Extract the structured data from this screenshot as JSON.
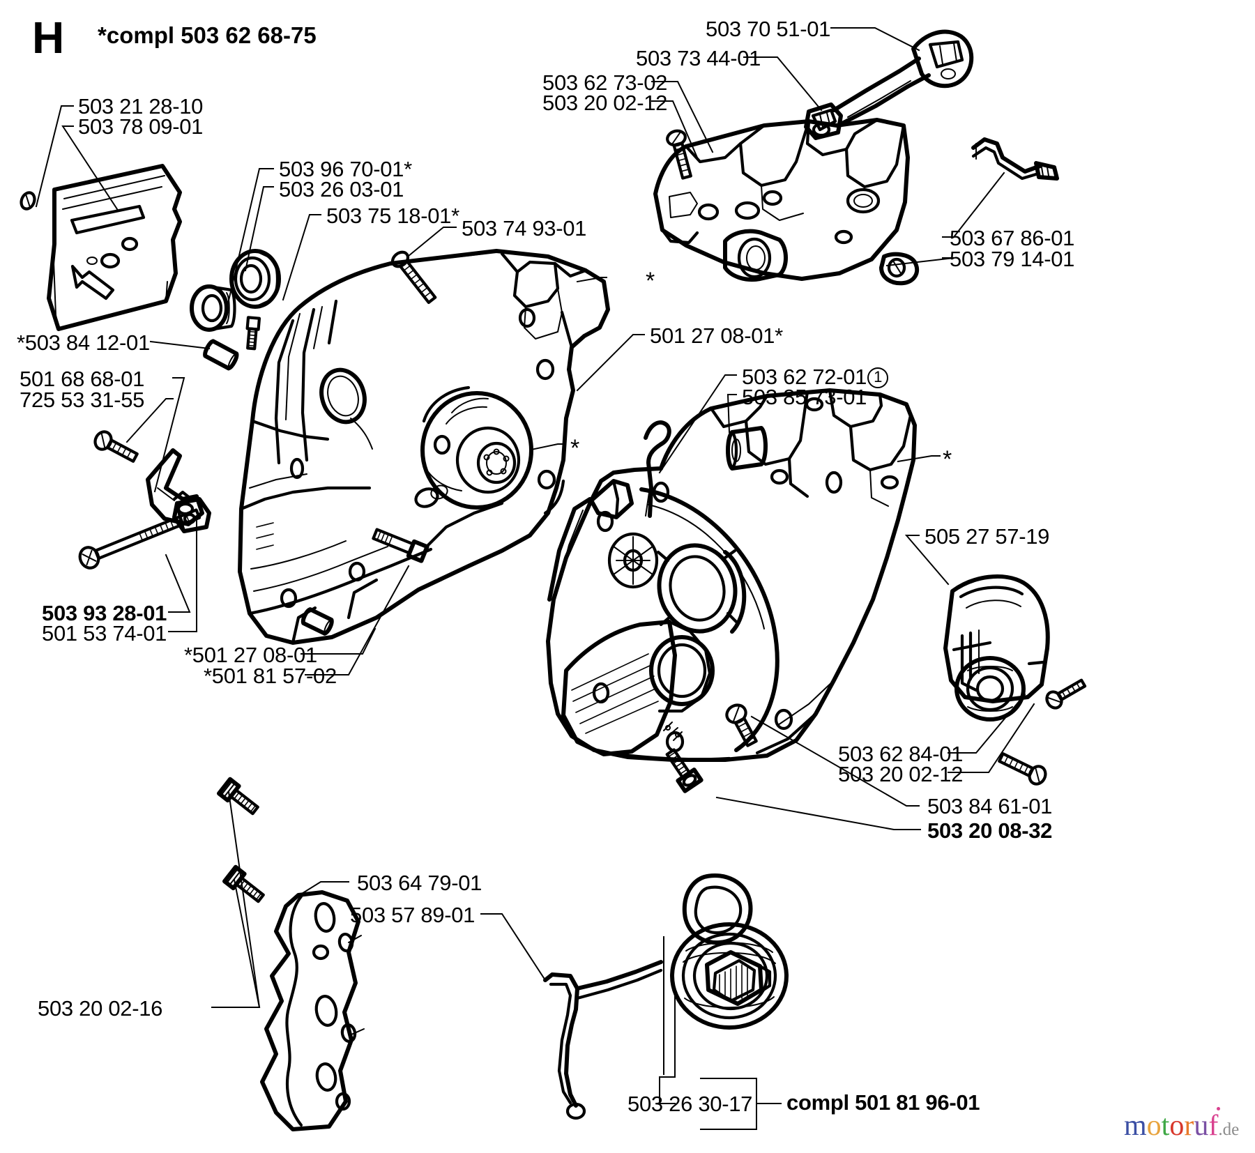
{
  "page": {
    "section_letter": "H",
    "compl_header": "*compl 503 62 68-75",
    "watermark": {
      "text": "motoruf",
      "tld": ".de",
      "letters": [
        "m",
        "o",
        "t",
        "o",
        "r",
        "u",
        "f"
      ],
      "colors": [
        "#3b4fa4",
        "#e8a33d",
        "#3fa845",
        "#d8382c",
        "#e87a2a",
        "#7a4fa4",
        "#d9418f"
      ],
      "tld_color": "#8c8c8c"
    }
  },
  "labels": {
    "l_503_21_28_10": "503 21 28-10",
    "l_503_78_09_01": "503 78 09-01",
    "l_503_96_70_01": "503 96 70-01*",
    "l_503_26_03_01": "503 26 03-01",
    "l_503_75_18_01": "503 75 18-01*",
    "l_503_74_93_01": "503 74 93-01",
    "l_503_70_51_01": "503 70 51-01",
    "l_503_73_44_01": "503 73 44-01",
    "l_503_62_73_02": "503 62 73-02",
    "l_503_20_02_12_top": "503 20 02-12",
    "l_503_67_86_01": "503 67 86-01",
    "l_503_79_14_01": "503 79 14-01",
    "l_503_84_12_01": "*503 84 12-01",
    "l_501_68_68_01": "501 68 68-01",
    "l_725_53_31_55": "725 53 31-55",
    "l_503_93_28_01": "503 93 28-01",
    "l_501_53_74_01": "501 53 74-01",
    "l_501_27_08_01_left": "*501 27 08-01",
    "l_501_81_57_02": "*501 81 57-02",
    "l_501_27_08_01_right": "501 27 08-01*",
    "l_503_62_72_01": "503 62 72-01",
    "l_503_62_72_01_note": "1",
    "l_503_85_73_01": "503 85 73-01",
    "l_505_27_57_19": "505 27 57-19",
    "l_503_62_84_01": "503 62 84-01",
    "l_503_20_02_12_right": "503 20 02-12",
    "l_503_84_61_01": "503 84 61-01",
    "l_503_20_08_32": "503 20 08-32",
    "l_503_20_02_16": "503 20 02-16",
    "l_503_64_79_01": "503 64 79-01",
    "l_503_57_89_01": "503 57 89-01",
    "l_503_26_30_17": "503 26 30-17",
    "l_compl_501_81_96_01": "compl 501 81 96-01",
    "star_left_crankcase": "*",
    "star_top_right_cover": "*",
    "star_right_crankcase_top": "*",
    "star_right_crankcase_side": "*"
  }
}
